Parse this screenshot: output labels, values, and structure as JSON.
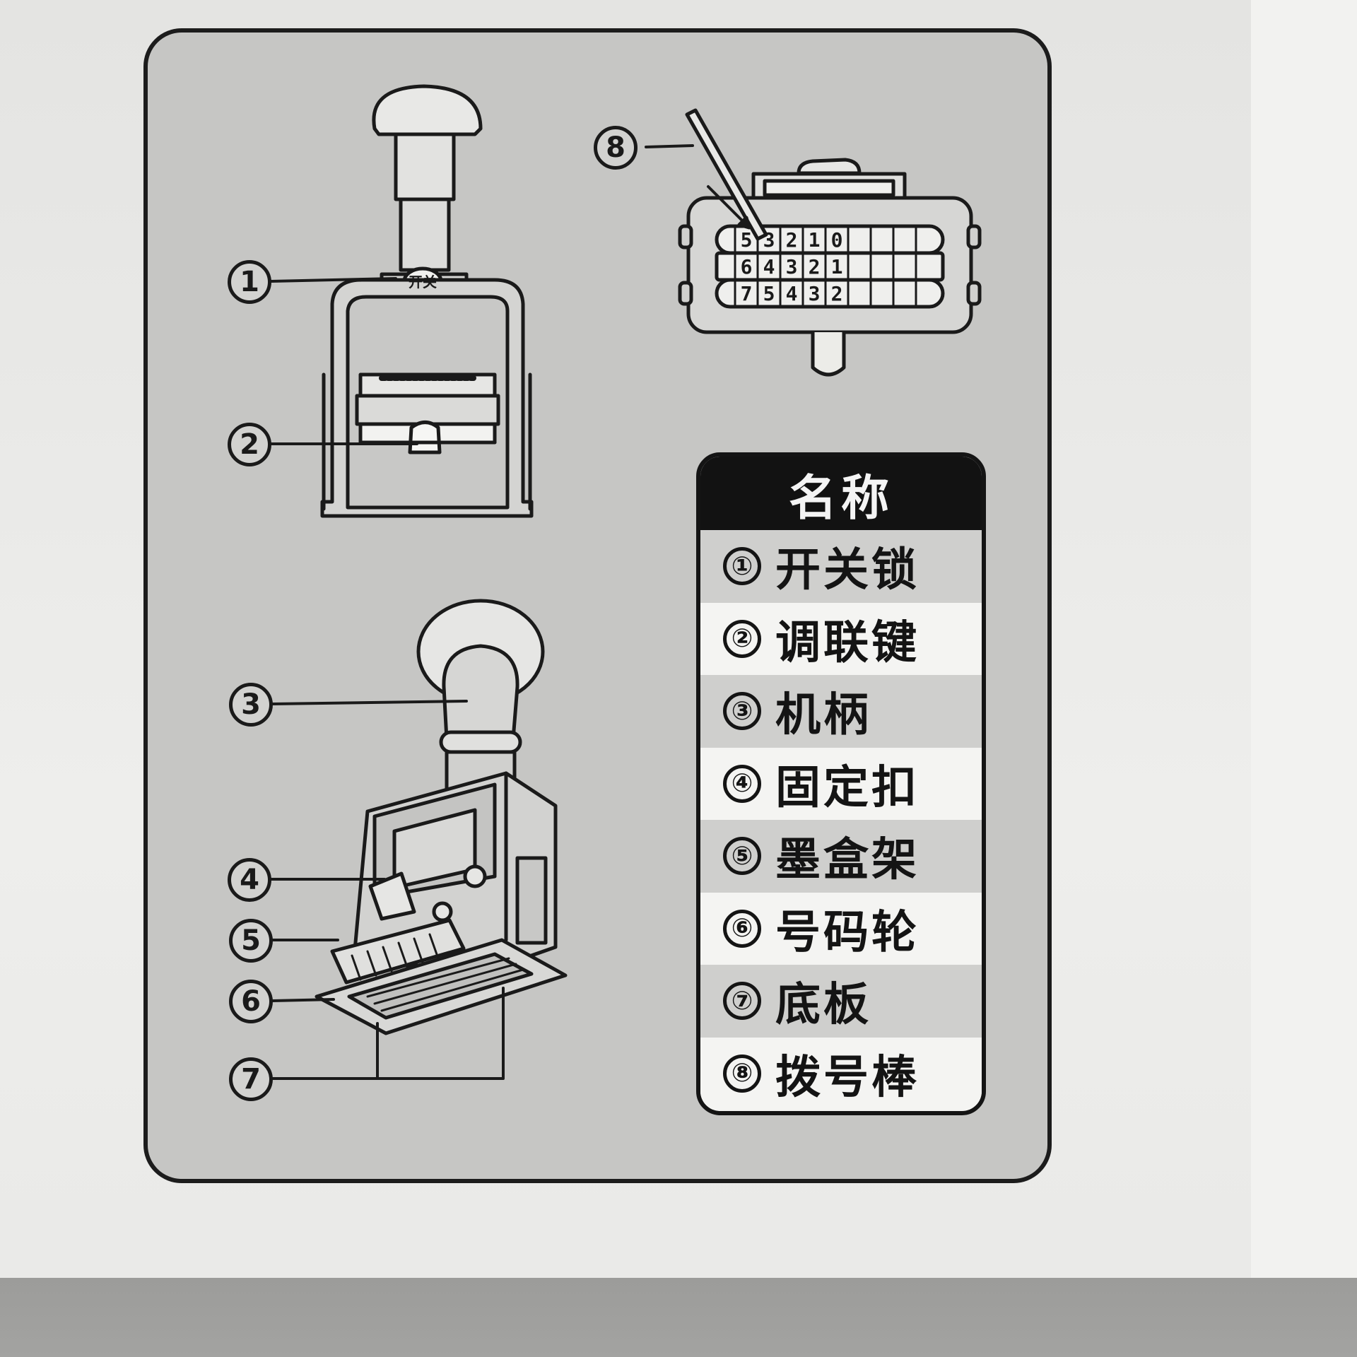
{
  "diagram": {
    "switch_engraving": "开关",
    "callouts": [
      {
        "num": "1"
      },
      {
        "num": "2"
      },
      {
        "num": "3"
      },
      {
        "num": "4"
      },
      {
        "num": "5"
      },
      {
        "num": "6"
      },
      {
        "num": "7"
      },
      {
        "num": "8"
      }
    ],
    "number_wheels": {
      "rows": [
        [
          "5",
          "3",
          "2",
          "1",
          "0"
        ],
        [
          "6",
          "4",
          "3",
          "2",
          "1"
        ],
        [
          "7",
          "5",
          "4",
          "3",
          "2"
        ]
      ]
    }
  },
  "legend": {
    "title": "名称",
    "items": [
      {
        "num": "①",
        "label": "开关锁"
      },
      {
        "num": "②",
        "label": "调联键"
      },
      {
        "num": "③",
        "label": "机柄"
      },
      {
        "num": "④",
        "label": "固定扣"
      },
      {
        "num": "⑤",
        "label": "墨盒架"
      },
      {
        "num": "⑥",
        "label": "号码轮"
      },
      {
        "num": "⑦",
        "label": "底板"
      },
      {
        "num": "⑧",
        "label": "拨号棒"
      }
    ]
  },
  "colors": {
    "panel_fill": "#c6c6c4",
    "outline": "#1c1c1c",
    "legend_header": "#121212",
    "legend_row_light": "#f4f4f2",
    "legend_row_dark": "#cfcfcd"
  }
}
